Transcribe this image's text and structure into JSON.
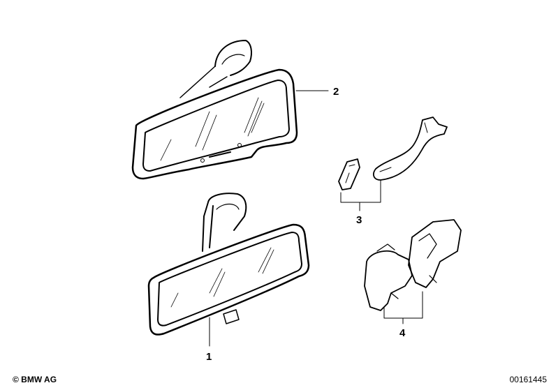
{
  "diagram": {
    "callouts": [
      {
        "number": "1",
        "part": "mirror-with-mount"
      },
      {
        "number": "2",
        "part": "mirror-with-display"
      },
      {
        "number": "3",
        "part": "cover-set"
      },
      {
        "number": "4",
        "part": "bracket-covers"
      }
    ]
  },
  "footer": {
    "copyright": "© BMW AG",
    "image_id": "00161445"
  },
  "colors": {
    "line": "#000000",
    "background": "#ffffff"
  }
}
